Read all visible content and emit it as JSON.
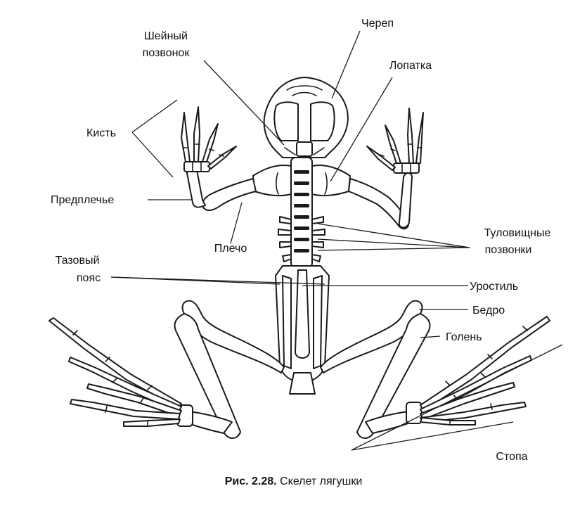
{
  "labels": {
    "neck_vertebra": [
      "Шейный",
      "позвонок"
    ],
    "skull": "Череп",
    "scapula": "Лопатка",
    "hand": "Кисть",
    "forearm": "Предплечье",
    "shoulder": "Плечо",
    "trunk_vertebrae": [
      "Туловищные",
      "позвонки"
    ],
    "pelvic_girdle": [
      "Тазовый",
      "пояс"
    ],
    "urostyle": "Уростиль",
    "thigh": "Бедро",
    "shin": "Голень",
    "foot": "Стопа"
  },
  "caption": {
    "figure_number": "Рис. 2.28.",
    "title": "Скелет лягушки"
  }
}
